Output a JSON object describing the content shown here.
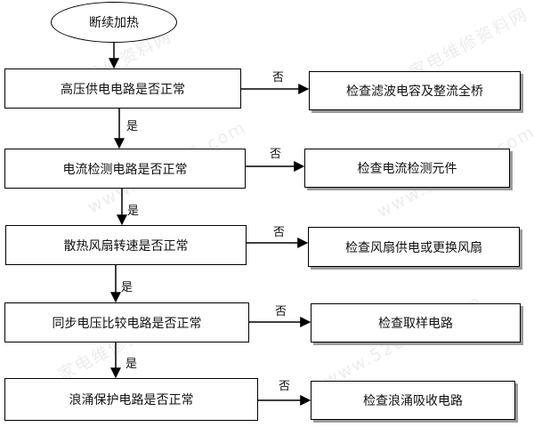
{
  "start": "断续加热",
  "checks": [
    "高压供电电路是否正常",
    "电流检测电路是否正常",
    "散热风扇转速是否正常",
    "同步电压比较电路是否正常",
    "浪涌保护电路是否正常"
  ],
  "actions": [
    "检查滤波电容及整流全桥",
    "检查电流检测元件",
    "检查风扇供电或更换风扇",
    "检查取样电路",
    "检查浪涌吸收电路"
  ],
  "yes_label": "是",
  "no_label": "否",
  "watermarks": [
    "家电维修资料网",
    "www.520101.com"
  ]
}
